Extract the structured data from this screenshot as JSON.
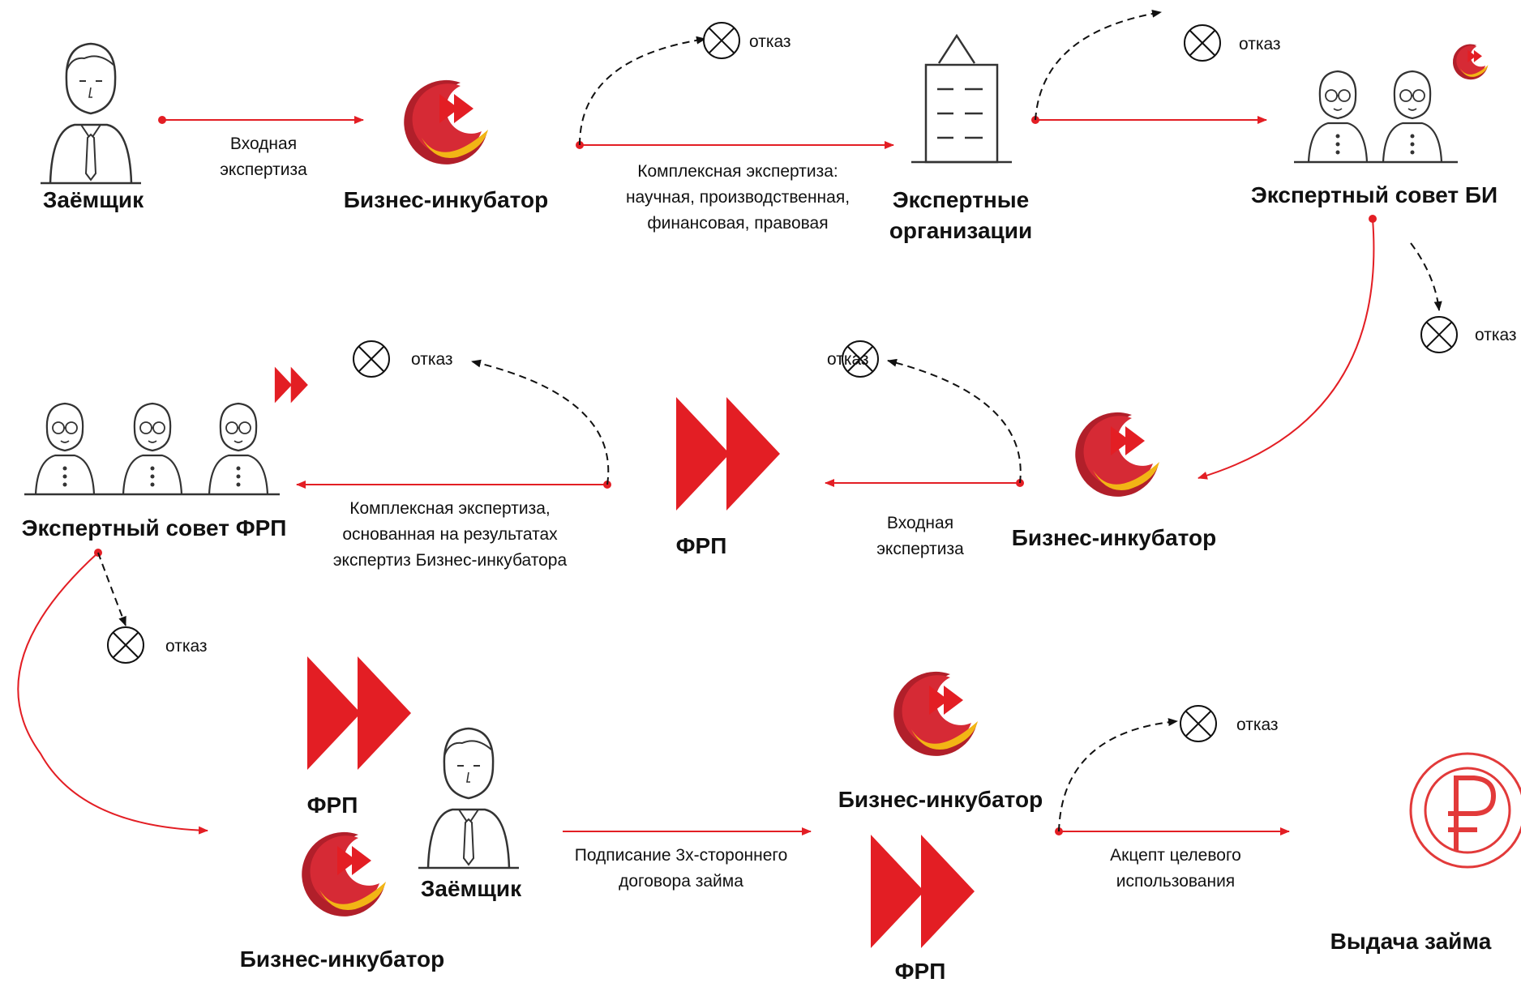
{
  "colors": {
    "accent_red": "#e31e24",
    "logo_red": "#d62a35",
    "logo_dark_red": "#b11f2a",
    "logo_yellow": "#f2b515",
    "ruble_red": "#e23a3a",
    "line_gray": "#333333"
  },
  "icons": {
    "person": "person-tie-icon",
    "experts": "experts-with-glasses-icon",
    "bi_logo": "business-incubator-logo",
    "frp_logo": "frp-double-play-logo",
    "building": "office-building-icon",
    "reject": "circle-x-icon",
    "ruble": "ruble-coin-icon"
  },
  "nodes": {
    "borrower_1": "Заёмщик",
    "bi_1": "Бизнес-инкубатор",
    "expert_orgs": "Экспертные организации",
    "expert_council_bi": "Экспертный совет БИ",
    "bi_2": "Бизнес-инкубатор",
    "frp_1": "ФРП",
    "expert_council_frp": "Экспертный совет ФРП",
    "frp_2": "ФРП",
    "bi_3": "Бизнес-инкубатор",
    "borrower_2": "Заёмщик",
    "bi_4": "Бизнес-инкубатор",
    "frp_3": "ФРП",
    "loan_issue": "Выдача займа"
  },
  "edges": {
    "e1": "Входная\nэкспертиза",
    "e2": "Комплексная экспертиза:\nнаучная, производственная,\nфинансовая, правовая",
    "e3": "Входная\nэкспертиза",
    "e4": "Комплексная экспертиза,\nоснованная на результатах\nэкспертиз Бизнес-инкубатора",
    "e5": "Подписание 3х-стороннего\nдоговора займа",
    "e6": "Акцепт целевого\nиспользования"
  },
  "reject_label": "отказ"
}
